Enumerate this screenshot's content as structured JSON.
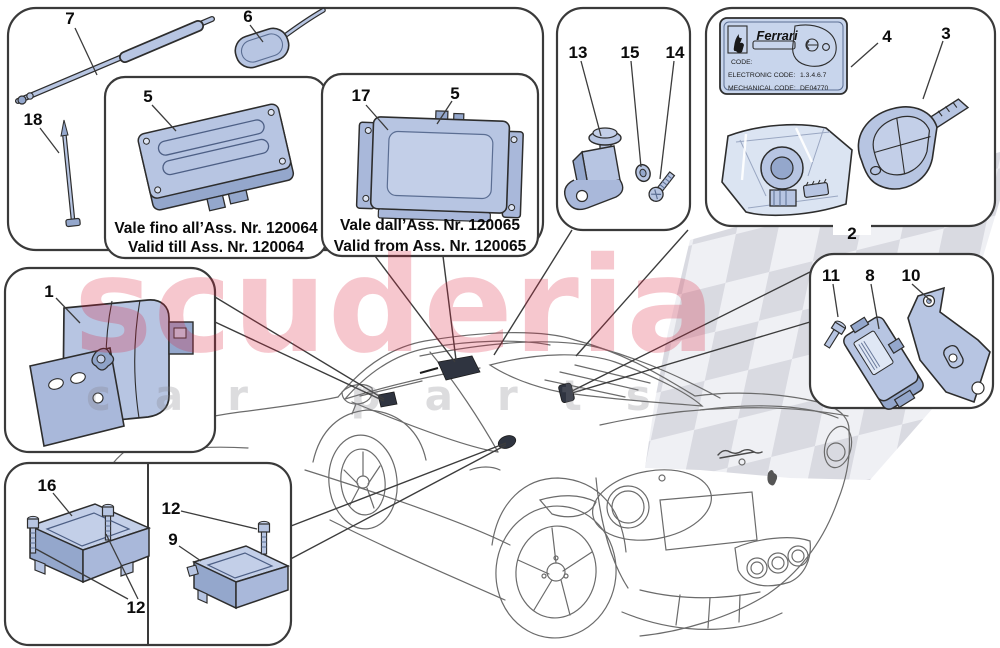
{
  "diagram": {
    "title_hint": "Ferrari 458 anti-theft system parts diagram",
    "callouts": {
      "c1": "1",
      "c2": "2",
      "c3": "3",
      "c4": "4",
      "c5a": "5",
      "c5b": "5",
      "c6": "6",
      "c7": "7",
      "c8": "8",
      "c9": "9",
      "c10": "10",
      "c11": "11",
      "c12a": "12",
      "c12b": "12",
      "c13": "13",
      "c14": "14",
      "c15": "15",
      "c16": "16",
      "c17": "17",
      "c18": "18"
    },
    "validity": {
      "until_it": "Vale fino all’Ass. Nr. 120064",
      "until_en": "Valid till Ass. Nr. 120064",
      "from_it": "Vale dall’Ass. Nr. 120065",
      "from_en": "Valid from Ass. Nr. 120065"
    },
    "code_card": {
      "brand": "Ferrari",
      "code_label": "CODE:",
      "electronic_label": "ELECTRONIC CODE:",
      "electronic_value": "1.3.4.6.7",
      "mechanical_label": "MECHANICAL CODE:",
      "mechanical_value": "DE04770"
    },
    "watermark": {
      "primary": "scuderia",
      "secondary": "car parts"
    },
    "colors": {
      "part_fill": "#b7c5e2",
      "part_light": "#c6d2ea",
      "part_shade": "#94a7cc",
      "outline": "#303030",
      "box_border": "#3a3a3a",
      "car_line": "#6b6b6b",
      "checker": "#d5d6de",
      "watermark_red": "rgba(221,30,58,0.25)",
      "watermark_gray": "rgba(130,130,138,0.28)"
    }
  }
}
